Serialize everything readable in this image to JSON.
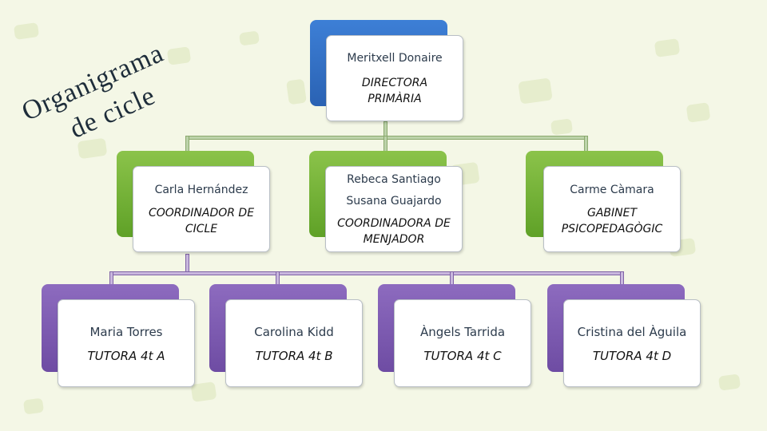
{
  "title": {
    "line1": "Organigrama",
    "line2": "de cicle"
  },
  "director": {
    "name": "Meritxell Donaire",
    "role_line1": "DIRECTORA",
    "role_line2": "PRIMÀRIA"
  },
  "coordinators": [
    {
      "name": "Carla Hernández",
      "role_line1": "COORDINADOR DE",
      "role_line2": "CICLE"
    },
    {
      "name": "Rebeca Santiago",
      "name2": "Susana Guajardo",
      "role_line1": "COORDINADORA DE",
      "role_line2": "MENJADOR"
    },
    {
      "name": "Carme Càmara",
      "role_line1": "GABINET",
      "role_line2": "PSICOPEDAGÒGIC"
    }
  ],
  "tutors": [
    {
      "name": "Maria Torres",
      "role": "TUTORA  4t A"
    },
    {
      "name": "Carolina Kidd",
      "role": "TUTORA  4t B"
    },
    {
      "name": "Àngels Tarrida",
      "role": "TUTORA 4t C"
    },
    {
      "name": "Cristina del Àguila",
      "role": "TUTORA  4t D"
    }
  ],
  "colors": {
    "level1": "#2f6fc4",
    "level2": "#72b033",
    "level3": "#7b58ae",
    "connector_green": "#bcd3aa",
    "connector_purple": "#c9b8de"
  }
}
